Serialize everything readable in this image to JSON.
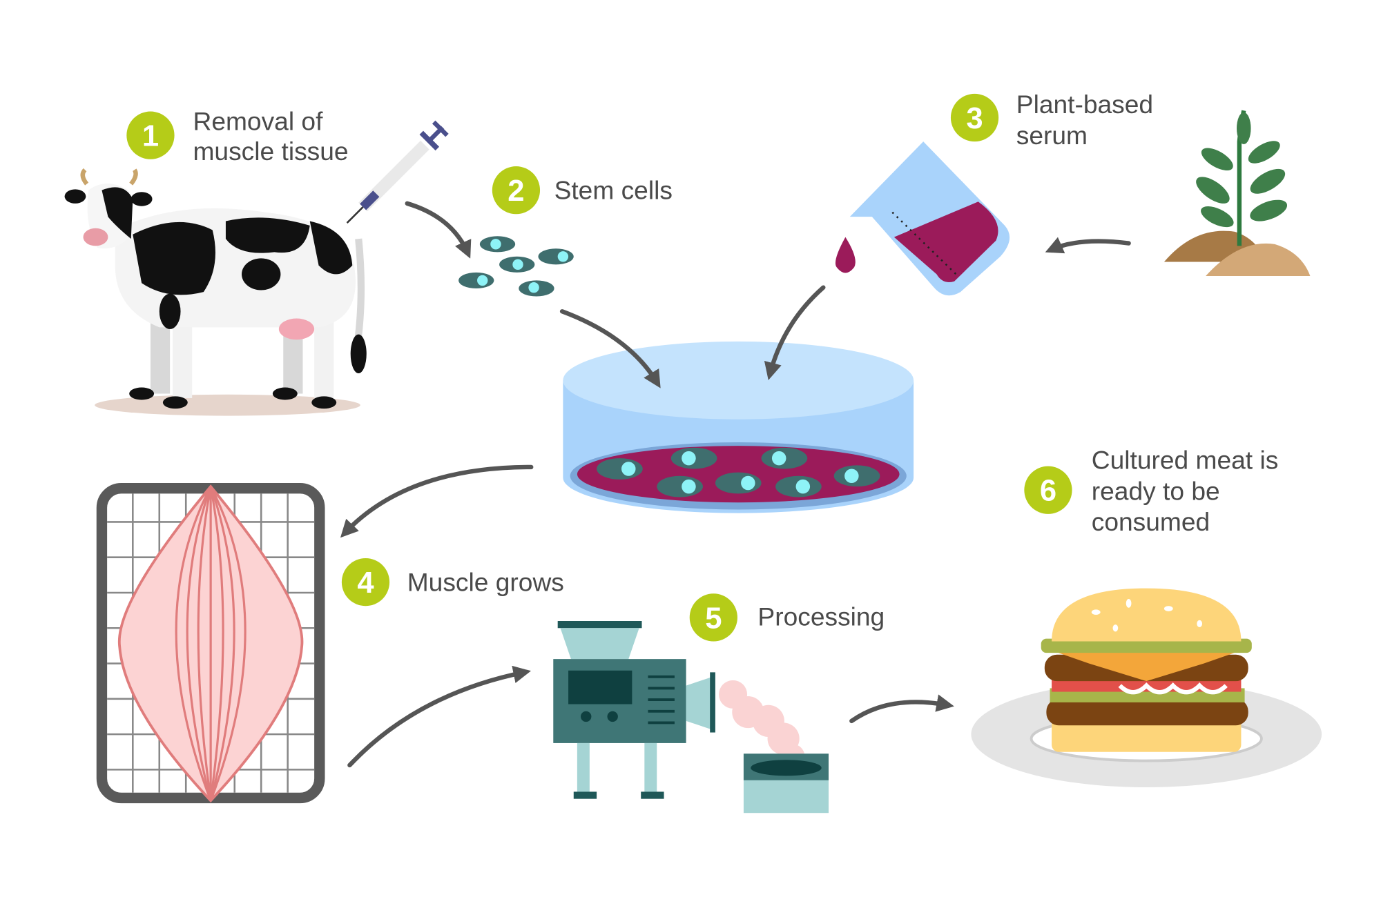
{
  "title": "Cultured meat production process",
  "colors": {
    "badge": "#b5cc18",
    "arrow": "#555555",
    "medium": "#9b1b5a",
    "dish": "#a9d3fb",
    "cell": "#3f6e6e",
    "cell_nucleus": "#8ef3f7"
  },
  "steps": [
    {
      "number": "1",
      "lines": [
        "Removal of",
        "muscle tissue"
      ],
      "icon": "cow-syringe-icon"
    },
    {
      "number": "2",
      "lines": [
        "Stem cells"
      ],
      "icon": "stem-cells-icon"
    },
    {
      "number": "3",
      "lines": [
        "Plant-based",
        "serum"
      ],
      "icon": "beaker-plant-icon"
    },
    {
      "number": "4",
      "lines": [
        "Muscle grows"
      ],
      "icon": "muscle-grid-icon"
    },
    {
      "number": "5",
      "lines": [
        "Processing"
      ],
      "icon": "meat-grinder-icon"
    },
    {
      "number": "6",
      "lines": [
        "Cultured meat is",
        "ready to be",
        "consumed"
      ],
      "icon": "burger-icon"
    }
  ]
}
